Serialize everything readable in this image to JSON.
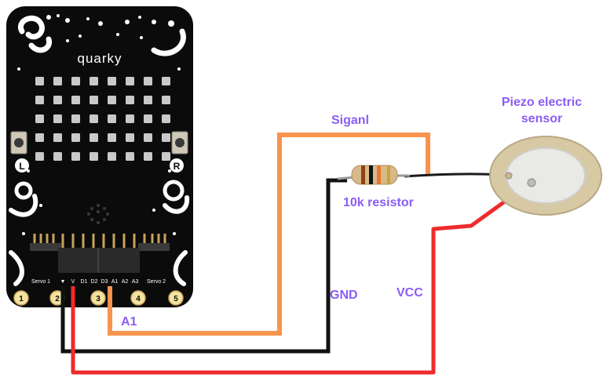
{
  "board": {
    "brand": "quarky",
    "button_left": "L",
    "button_right": "R",
    "header_labels": [
      "Servo 1",
      "▼",
      "V",
      "D1",
      "D2",
      "D3",
      "A1",
      "A2",
      "A3",
      "Servo 2"
    ],
    "pads": [
      "1",
      "2",
      "3",
      "4",
      "5"
    ],
    "led_rows": 5,
    "led_cols": 8
  },
  "labels": {
    "signal": "Siganl",
    "resistor": "10k resistor",
    "gnd": "GND",
    "vcc": "VCC",
    "a1": "A1",
    "piezo_line1": "Piezo electric",
    "piezo_line2": "sensor"
  },
  "colors": {
    "label": "#8B5CF6",
    "signal_wire": "#F7934C",
    "gnd_wire": "#111111",
    "vcc_wire": "#EE2B2B",
    "board": "#0B0B0B",
    "led": "#C9C9C9",
    "piezo_brass": "#D8C9A5",
    "piezo_disc": "#E9E9E6"
  }
}
